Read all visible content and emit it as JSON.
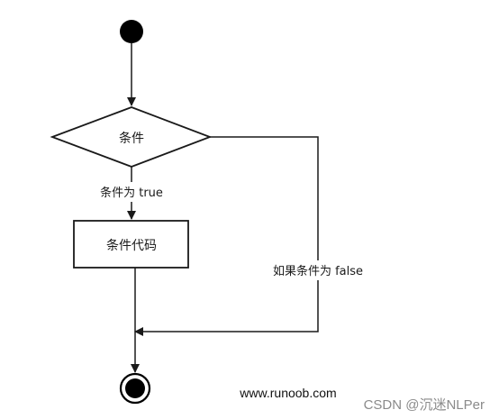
{
  "flowchart": {
    "condition_label": "条件",
    "true_label": "条件为 true",
    "code_label": "条件代码",
    "false_label": "如果条件为 false"
  },
  "footer": {
    "site": "www.runoob.com",
    "watermark": "CSDN @沉迷NLPer"
  },
  "colors": {
    "stroke": "#1a1a1a",
    "node_fill": "#000000",
    "background": "#ffffff",
    "watermark": "#8a8a8a"
  }
}
